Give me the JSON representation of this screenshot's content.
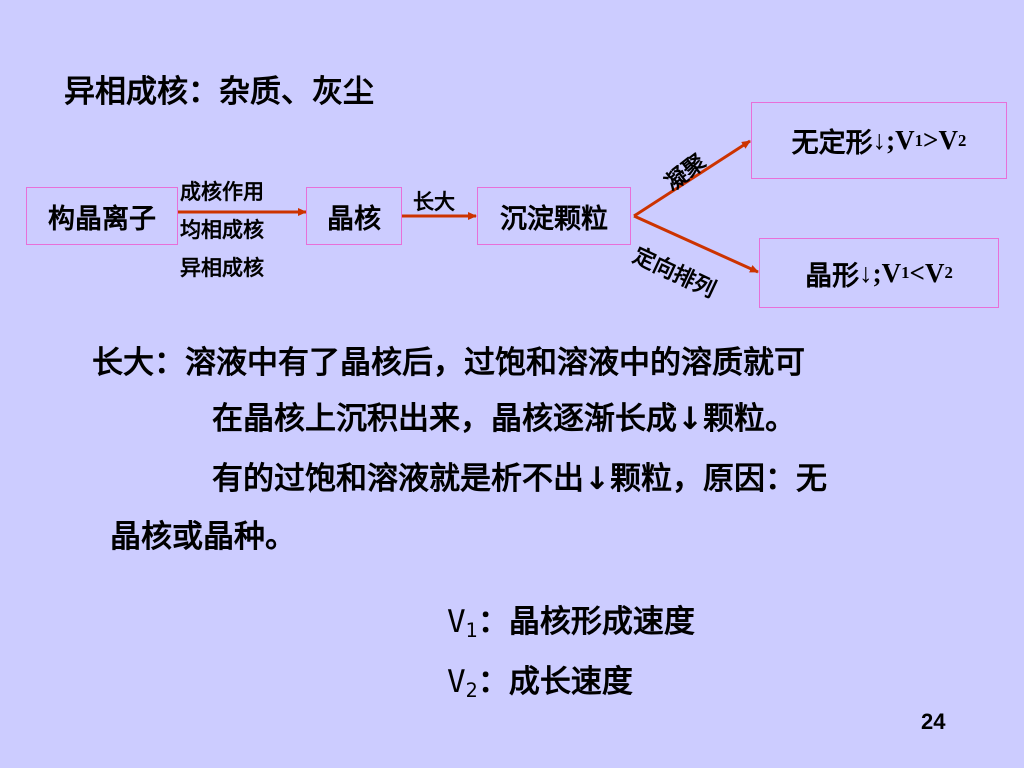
{
  "title": "异相成核：杂质、灰尘",
  "diagram": {
    "box_ion": "构晶离子",
    "box_nucleus": "晶核",
    "box_particle": "沉淀颗粒",
    "label_nucleation_1": "成核作用",
    "label_nucleation_2": "均相成核",
    "label_nucleation_3": "异相成核",
    "label_grow": "长大",
    "label_aggregate": "凝聚",
    "label_orient": "定向排列",
    "result_amorphous": {
      "prefix": "无定形",
      "arrow": "↓",
      "semi": ";",
      "v1": "V",
      "v1_sub": "1",
      "op": ">",
      "v2": "V",
      "v2_sub": "2"
    },
    "result_crystal": {
      "prefix": "晶形",
      "arrow": "↓",
      "semi": ";",
      "v1": "V",
      "v1_sub": "1",
      "op": "<",
      "v2": "V",
      "v2_sub": "2"
    },
    "arrow_color": "#cc3300",
    "border_color": "#e86fd8"
  },
  "text": {
    "line1": "长大：溶液中有了晶核后，过饱和溶液中的溶质就可",
    "line2": "在晶核上沉积出来，晶核逐渐长成",
    "line2_arrow": "↓",
    "line2_tail": "颗粒。",
    "line3": "有的过饱和溶液就是析不出",
    "line3_arrow": "↓",
    "line3_tail": "颗粒，原因：无",
    "line4": "晶核或晶种。"
  },
  "defs": {
    "v1_label": "V",
    "v1_sub": "1",
    "v1_desc": "：晶核形成速度",
    "v2_label": "V",
    "v2_sub": "2",
    "v2_desc": "：成长速度"
  },
  "page_number": "24",
  "background": "#ccccff"
}
